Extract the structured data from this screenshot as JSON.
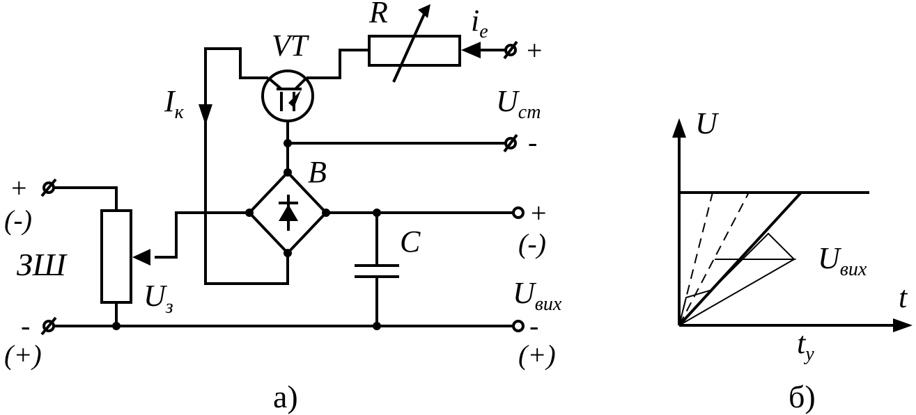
{
  "circuit": {
    "transistor_label": "VT",
    "resistor_label": "R",
    "current_ie": {
      "main": "i",
      "sub": "e"
    },
    "terminal_plus": "+",
    "voltage_ust": {
      "main": "U",
      "sub": "ст"
    },
    "terminal_minus": "-",
    "current_ik": {
      "main": "I",
      "sub": "к"
    },
    "bridge_label": "B",
    "left_top_sign": "+",
    "left_top_polarity": "(-)",
    "device_label": "ЗШ",
    "voltage_uz": {
      "main": "U",
      "sub": "з"
    },
    "left_bottom_sign": "-",
    "left_bottom_polarity": "(+)",
    "capacitor_label": "C",
    "out_plus_sign": "+",
    "out_plus_polarity": "(-)",
    "voltage_uvix": {
      "main": "U",
      "sub": "вих"
    },
    "out_minus_sign": "-",
    "out_minus_polarity": "(+)",
    "caption": "а)"
  },
  "graph": {
    "y_axis_label": "U",
    "x_axis_label": "t",
    "output_label": {
      "main": "U",
      "sub": "вих"
    },
    "time_label": {
      "main": "t",
      "sub": "у"
    },
    "caption": "б)"
  }
}
